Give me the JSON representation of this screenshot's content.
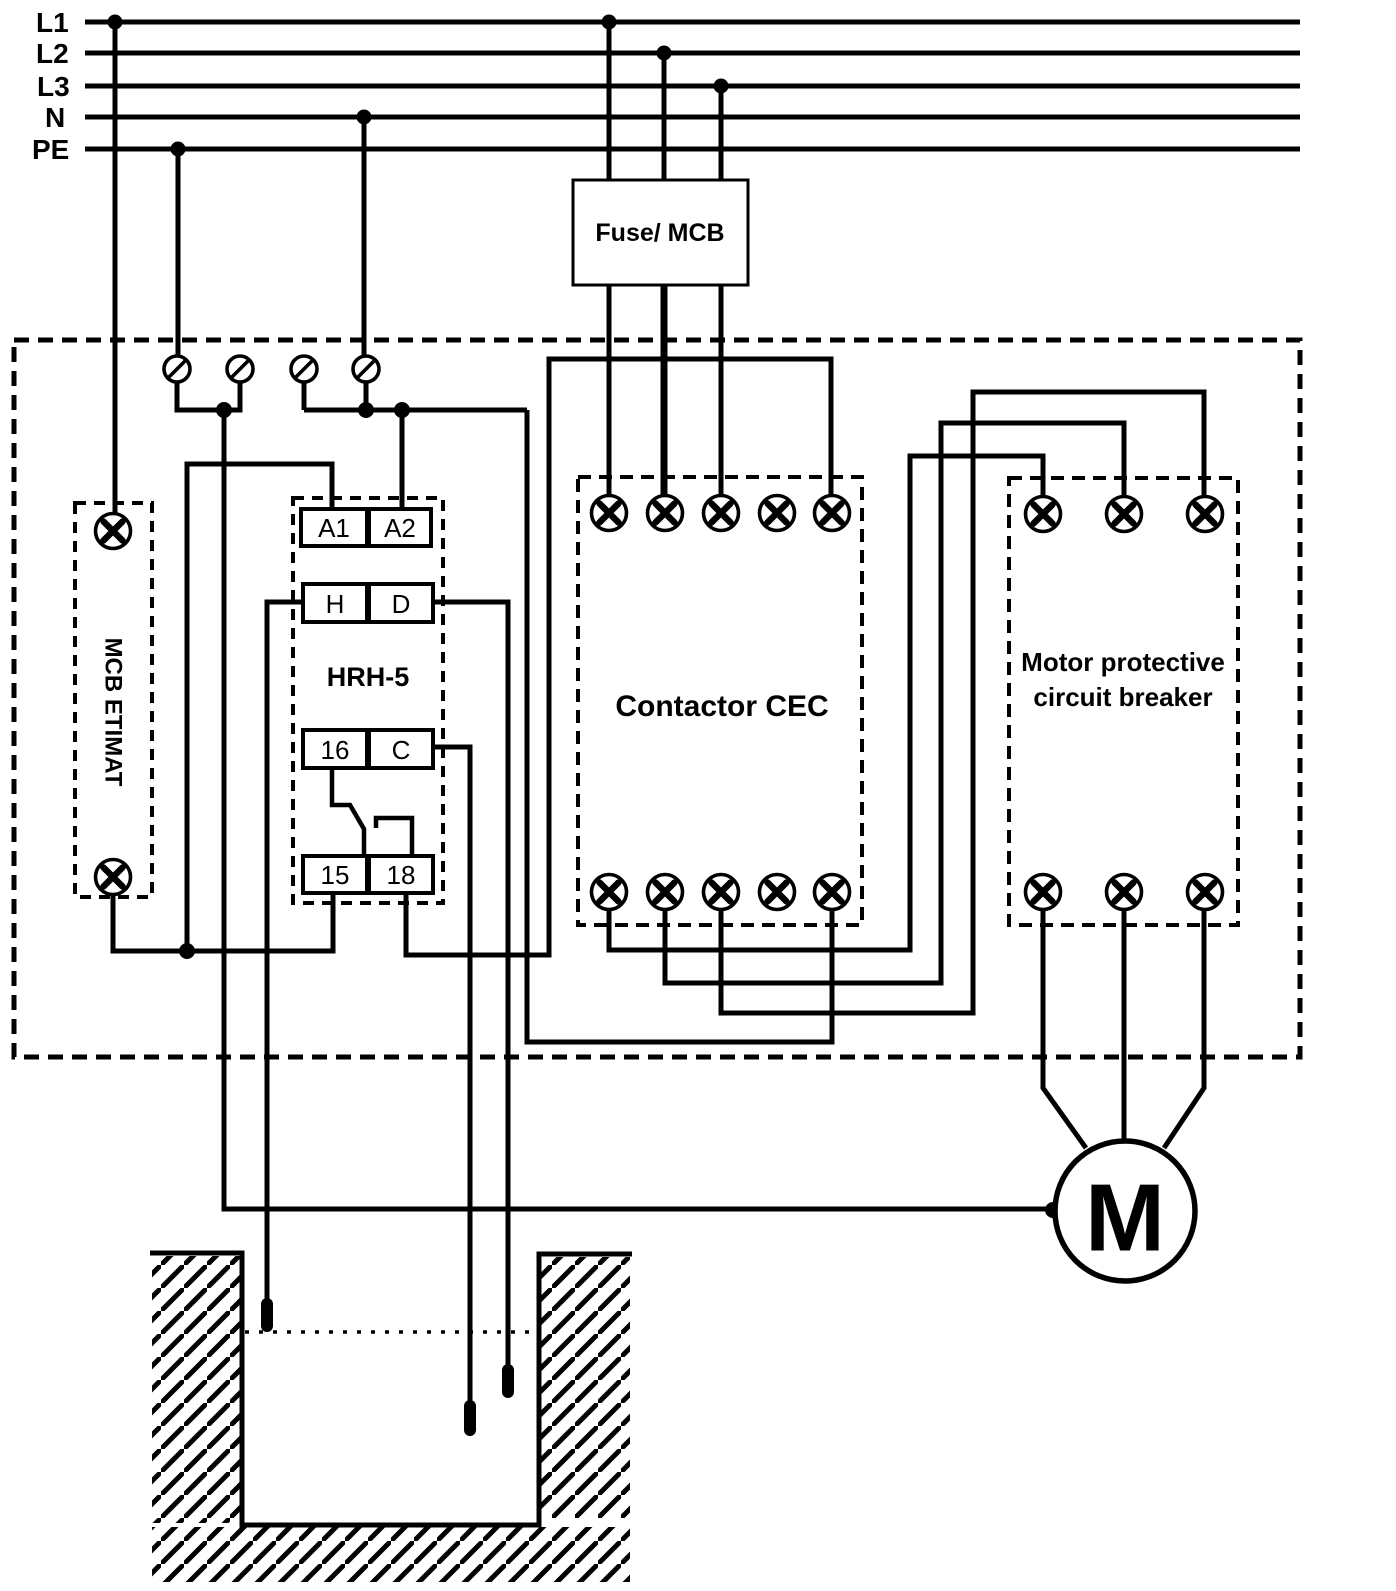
{
  "diagram": {
    "bus": [
      "L1",
      "L2",
      "L3",
      "N",
      "PE"
    ],
    "fuse": {
      "label": "Fuse/ MCB"
    },
    "mcb": {
      "label": "MCB ETIMAT"
    },
    "relay": {
      "label": "HRH-5",
      "a1": "A1",
      "a2": "A2",
      "h": "H",
      "d": "D",
      "t16": "16",
      "c": "C",
      "t15": "15",
      "t18": "18"
    },
    "contactor": {
      "label": "Contactor CEC"
    },
    "mpcb": {
      "label1": "Motor protective",
      "label2": "circuit breaker"
    },
    "motor": {
      "label": "M"
    },
    "colors": {
      "line": "#000000",
      "background": "#ffffff"
    }
  }
}
